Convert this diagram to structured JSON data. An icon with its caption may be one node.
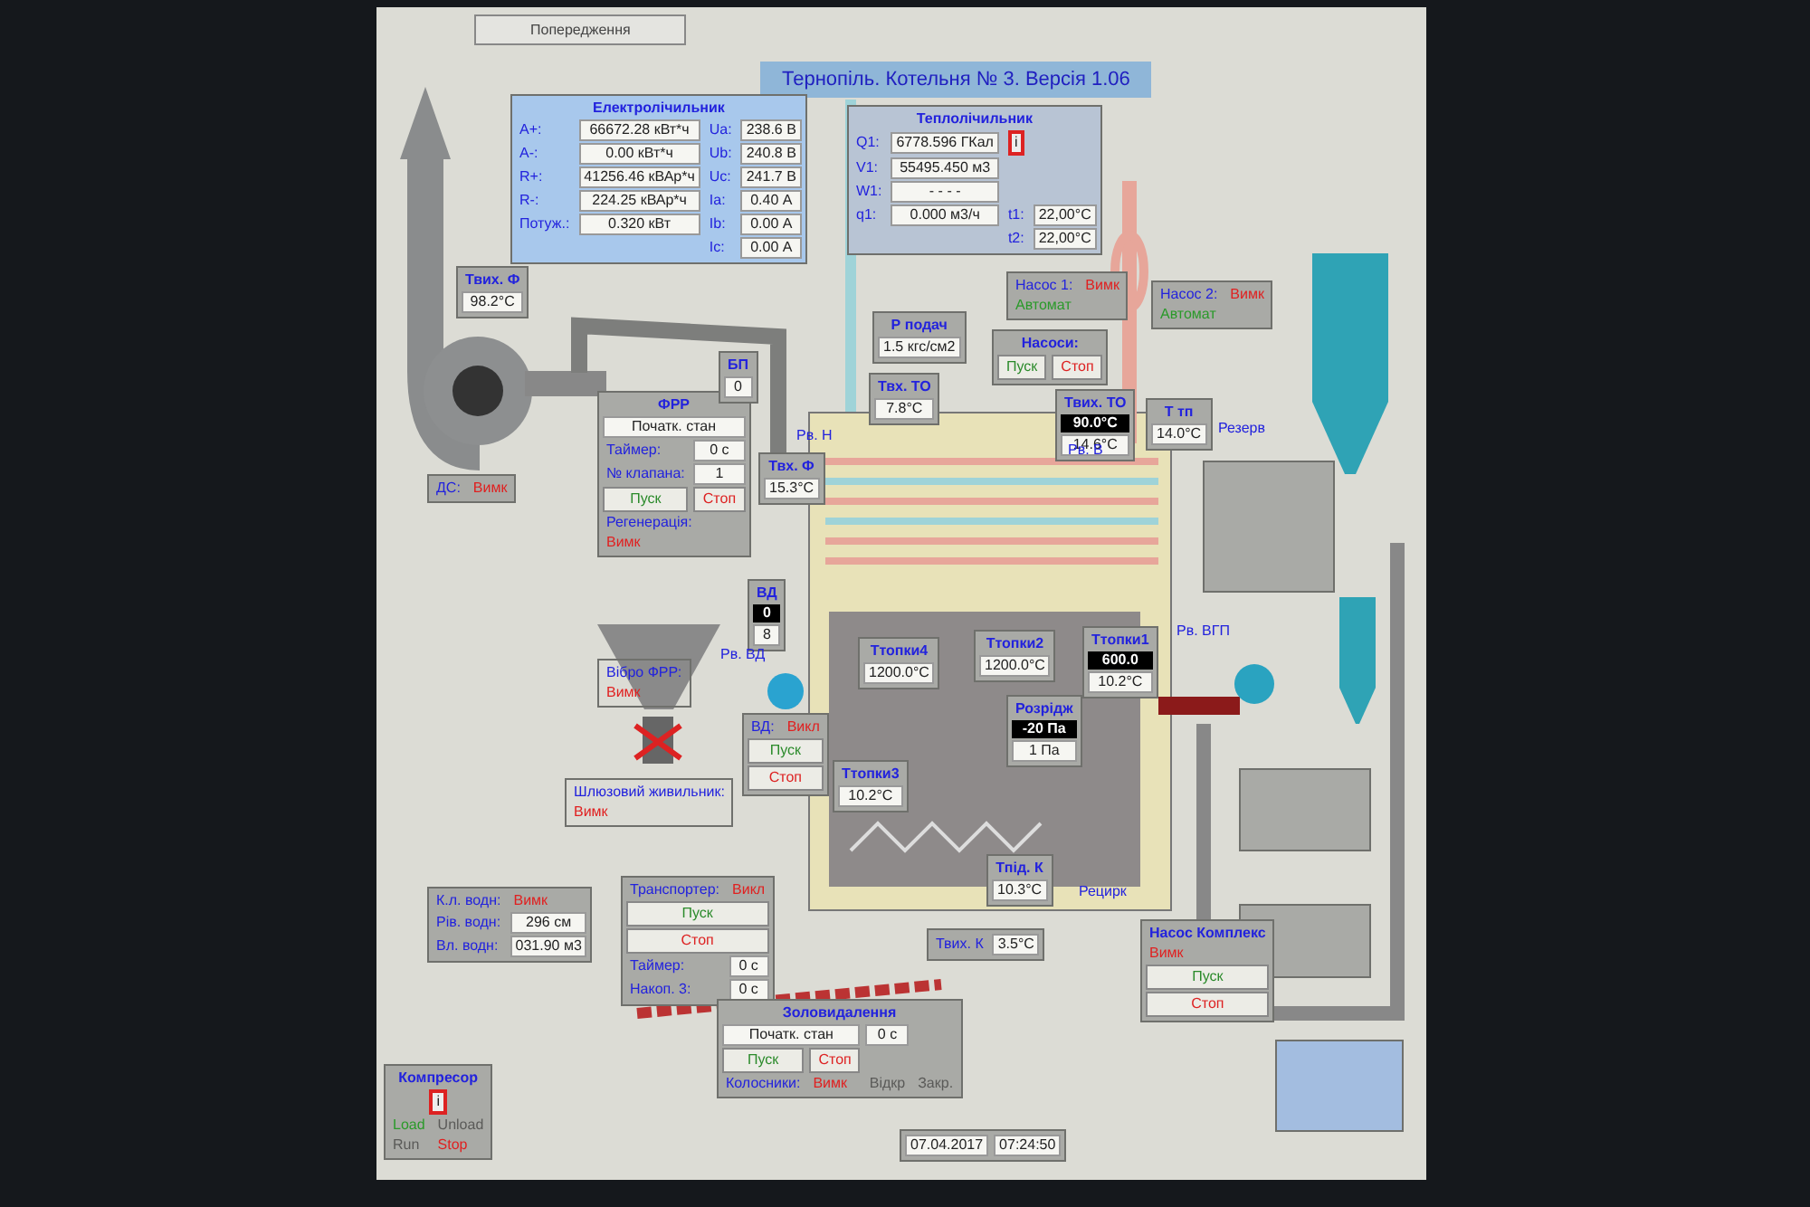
{
  "diagram": {
    "title": "Тернопіль. Котельня № 3. Версія 1.06",
    "nodes": [
      {
        "text": [
          "Електролічильник",
          "А+:",
          "66672.28 кВт*ч",
          "Ua:",
          "238.6 В",
          "А-:",
          "0.00 кВт*ч",
          "Ub:",
          "240.8 В",
          "R+:",
          "41256.46 кВАр*ч",
          "Uc:",
          "241.7 В",
          "R-:",
          "224.25 кВАр*ч",
          "Ia:",
          "0.40 А",
          "Потуж.:",
          "0.320 кВт",
          "Ib:",
          "0.00 А",
          "Ic:",
          "0.00 А"
        ]
      },
      {
        "text": [
          "Теплолічильник",
          "Q1:",
          "6778.596 ГКал",
          "i",
          "V1:",
          "55495.450 м3",
          "W1:",
          "- - - -",
          "q1:",
          "0.000 м3/ч",
          "t1:",
          "22,00°C",
          "t2:",
          "22,00°C"
        ]
      },
      {
        "text": [
          "Твих. Ф",
          "98.2°C"
        ]
      },
      {
        "text": [
          "ФРР",
          "Початк. стан",
          "Таймер:",
          "0 с",
          "№ клапана:",
          "1",
          "Пуск",
          "Стоп",
          "Регенерація:",
          "Вимк"
        ]
      },
      {
        "text": [
          "БП",
          "0"
        ]
      },
      {
        "text": [
          "Твх. Ф",
          "15.3°C"
        ]
      },
      {
        "text": [
          "ДС:",
          "Вимк"
        ]
      },
      {
        "text": [
          "Р подач",
          "1.5 кгс/см2"
        ]
      },
      {
        "text": [
          "Твх. ТО",
          "7.8°C"
        ]
      },
      {
        "text": [
          "Насоси:",
          "Пуск",
          "Стоп"
        ]
      },
      {
        "text": [
          "Насос 1:",
          "Вимк",
          "Автомат"
        ]
      },
      {
        "text": [
          "Насос 2:",
          "Вимк",
          "Автомат"
        ]
      },
      {
        "text": [
          "Твих. ТО",
          "90.0°C",
          "14.6°C"
        ]
      },
      {
        "text": [
          "Т тп",
          "14.0°C"
        ]
      },
      {
        "text": [
          "ВД",
          "0",
          "8"
        ]
      },
      {
        "text": [
          "Ттопки4",
          "1200.0°C"
        ]
      },
      {
        "text": [
          "Ттопки2",
          "1200.0°C"
        ]
      },
      {
        "text": [
          "Ттопки1",
          "600.0",
          "10.2°C"
        ]
      },
      {
        "text": [
          "Розрідж",
          "-20 Па",
          "1 Па"
        ]
      },
      {
        "text": [
          "Ттопки3",
          "10.2°C"
        ]
      },
      {
        "text": [
          "Тпід. К",
          "10.3°C"
        ]
      },
      {
        "text": [
          "Твих. К",
          "3.5°C"
        ]
      },
      {
        "text": [
          "Вібро ФРР:",
          "Вимк"
        ]
      },
      {
        "text": [
          "Шлюзовий живильник:",
          "Вимк"
        ]
      },
      {
        "text": [
          "К.л. водн:",
          "Вимк",
          "Рів. водн:",
          "296 см",
          "Вл. водн:",
          "031.90 м3"
        ]
      },
      {
        "text": [
          "Транспортер:",
          "Викл",
          "Пуск",
          "Стоп",
          "Таймер:",
          "0 с",
          "Накоп. 3:",
          "0 с"
        ]
      },
      {
        "text": [
          "Золовидалення",
          "Початк. стан",
          "0 с",
          "Пуск",
          "Стоп",
          "Колосники:",
          "Вимк",
          "Відкр",
          "Закр."
        ]
      },
      {
        "text": [
          "Компресор",
          "i",
          "Load",
          "Unload",
          "Run",
          "Stop"
        ]
      },
      {
        "text": [
          "Насос Комплекс",
          "Вимк",
          "Пуск",
          "Стоп"
        ]
      },
      {
        "text": [
          "07.04.2017",
          "07:24:50"
        ]
      },
      {
        "text": [
          "ВД:",
          "Викл",
          "Пуск",
          "Стоп"
        ]
      }
    ],
    "labels": [
      "Попередження",
      "Рв. Н",
      "Рв. В",
      "Рв. ВД",
      "Рв. ВГП",
      "Резерв",
      "Рецирк"
    ]
  }
}
